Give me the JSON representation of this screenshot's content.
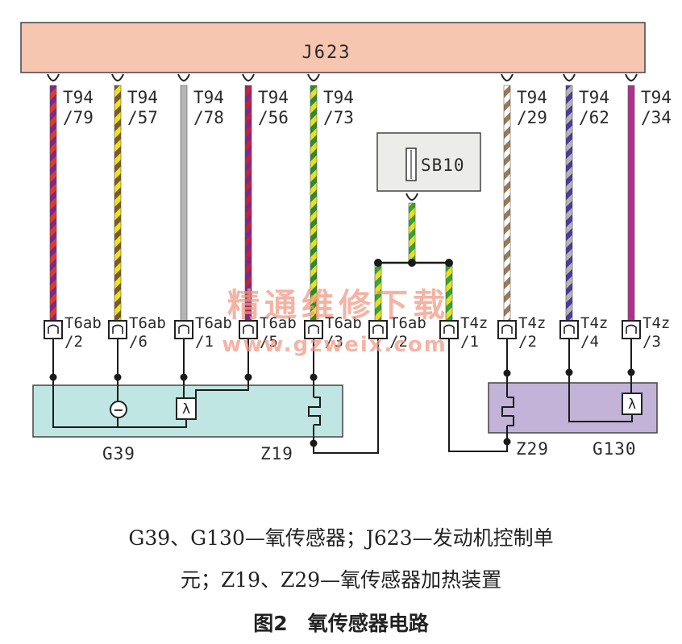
{
  "ecu": {
    "label": "J623"
  },
  "fuse": {
    "label": "SB10"
  },
  "ecu_pins": [
    {
      "top": "T94",
      "bottom": "/79",
      "stripe_a": "#7a2a8c",
      "stripe_b": "#e23a2a"
    },
    {
      "top": "T94",
      "bottom": "/57",
      "stripe_a": "#f2e21a",
      "stripe_b": "#7a5a2a"
    },
    {
      "top": "T94",
      "bottom": "/78",
      "stripe_a": "#b5b5b5",
      "stripe_b": "#b5b5b5"
    },
    {
      "top": "T94",
      "bottom": "/56",
      "stripe_a": "#7a2a8c",
      "stripe_b": "#c0233a"
    },
    {
      "top": "T94",
      "bottom": "/73",
      "stripe_a": "#2e8a2e",
      "stripe_b": "#e8e020"
    },
    {
      "top": "T94",
      "bottom": "/29",
      "stripe_a": "#ffffff",
      "stripe_b": "#9a7a55"
    },
    {
      "top": "T94",
      "bottom": "/62",
      "stripe_a": "#b5b5b5",
      "stripe_b": "#4a3a9a"
    },
    {
      "top": "T94",
      "bottom": "/34",
      "stripe_a": "#b03090",
      "stripe_b": "#b03090"
    }
  ],
  "connectors": [
    {
      "top": "T6ab",
      "bottom": "/2"
    },
    {
      "top": "T6ab",
      "bottom": "/6"
    },
    {
      "top": "T6ab",
      "bottom": "/1"
    },
    {
      "top": "T6ab",
      "bottom": "/5"
    },
    {
      "top": "T6ab",
      "bottom": "/3"
    },
    {
      "top": "T6ab",
      "bottom": "/2"
    },
    {
      "top": "T4z",
      "bottom": "/1"
    },
    {
      "top": "T4z",
      "bottom": "/2"
    },
    {
      "top": "T4z",
      "bottom": "/4"
    },
    {
      "top": "T4z",
      "bottom": "/3"
    }
  ],
  "components": {
    "g39": "G39",
    "z19": "Z19",
    "z29": "Z29",
    "g130": "G130"
  },
  "symbols": {
    "lambda": "λ",
    "minus": "−"
  },
  "watermark": {
    "title": "精通维修下载",
    "url": "www.gzweix.com"
  },
  "colors": {
    "ecu_fill": "#f6c6b0",
    "left_box_fill": "#bfe6e3",
    "right_box_fill": "#c3b3d8",
    "fuse_fill": "#ececea",
    "wire_black": "#1a1a1a",
    "fuse_wire_green": "#35a23a",
    "fuse_wire_yellow": "#ecdf1c"
  },
  "caption": {
    "line1": "G39、G130—氧传感器；J623—发动机控制单",
    "line2": "元；Z19、Z29—氧传感器加热装置",
    "line3": "图2　氧传感器电路"
  }
}
